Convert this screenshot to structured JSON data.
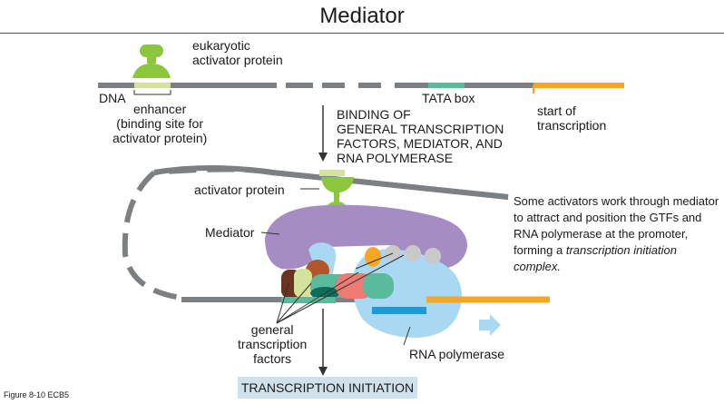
{
  "title": "Mediator",
  "labels": {
    "eukaryotic_activator_protein": [
      "eukaryotic",
      "activator protein"
    ],
    "dna": "DNA",
    "enhancer": [
      "enhancer",
      "(binding site for",
      "activator protein)"
    ],
    "tata_box": "TATA box",
    "start_of_transcription": [
      "start of",
      "transcription"
    ],
    "binding_step": [
      "BINDING OF",
      "GENERAL TRANSCRIPTION",
      "FACTORS, MEDIATOR, AND",
      "RNA POLYMERASE"
    ],
    "activator_protein": "activator protein",
    "mediator": "Mediator",
    "general_transcription_factors": [
      "general",
      "transcription",
      "factors"
    ],
    "rna_polymerase": "RNA polymerase",
    "result": "TRANSCRIPTION INITIATION"
  },
  "caption": {
    "text": "Some activators work through mediator to attract and position the GTFs and RNA polymerase at the promoter, forming a",
    "italic": "transcription initiation complex."
  },
  "figure_label": "Figure 8-10 ECB5",
  "colors": {
    "dna": "#7d8082",
    "enhancer": "#d4e39b",
    "activator": "#8cc63f",
    "tata": "#5bb99c",
    "transcribed": "#f5a623",
    "mediator": "#a58dc4",
    "polymerase": "#a9d8f2",
    "result_box": "#cfe1ea"
  }
}
